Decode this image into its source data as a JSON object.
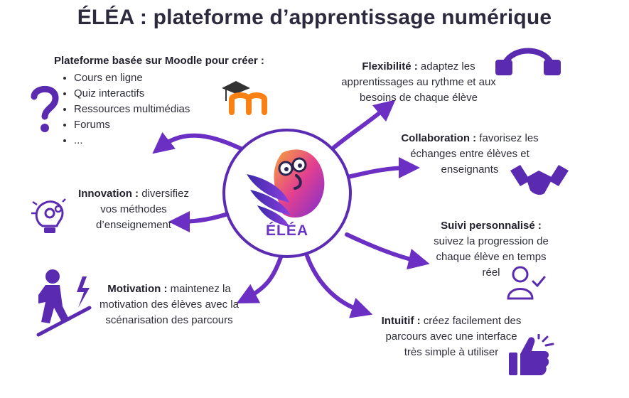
{
  "title": "ÉLÉA : plateforme d’apprentissage numérique",
  "logo_label": "ÉLÉA",
  "colors": {
    "accent": "#6b2fc4",
    "dark_accent": "#4b1fa0",
    "moodle_orange": "#f98012",
    "text": "#2f2f3a"
  },
  "moodle": {
    "heading": "Plateforme basée sur Moodle pour créer :",
    "items": [
      "Cours en ligne",
      "Quiz interactifs",
      "Ressources multimédias",
      "Forums",
      "..."
    ],
    "icon": "moodle-logo-icon",
    "question_icon": "question-mark-icon"
  },
  "flexibility": {
    "label": "Flexibilité :",
    "line1": "adaptez les",
    "line2": "apprentissages au rythme et aux",
    "line3": "besoins de chaque élève",
    "icon": "rope-hands-icon"
  },
  "collaboration": {
    "label": "Collaboration :",
    "line1": "favorisez les",
    "line2": "échanges entre élèves et",
    "line3": "enseignants",
    "icon": "handshake-icon"
  },
  "innovation": {
    "label": "Innovation :",
    "line1": "diversifiez",
    "line2": "vos méthodes",
    "line3": "d’enseignement",
    "icon": "brain-gears-icon"
  },
  "suivi": {
    "label": "Suivi personnalisé :",
    "line1": "suivez la progression de",
    "line2": "chaque élève en temps",
    "line3": "réel",
    "icon": "user-check-icon"
  },
  "motivation": {
    "label": "Motivation :",
    "line1": "maintenez la",
    "line2": "motivation des élèves avec la",
    "line3": "scénarisation des parcours",
    "icon": "climbing-person-icon"
  },
  "intuitif": {
    "label": "Intuitif :",
    "line1": "créez facilement des",
    "line2": "parcours avec une interface",
    "line3": "très simple à utiliser",
    "icon": "thumbs-up-icon"
  }
}
